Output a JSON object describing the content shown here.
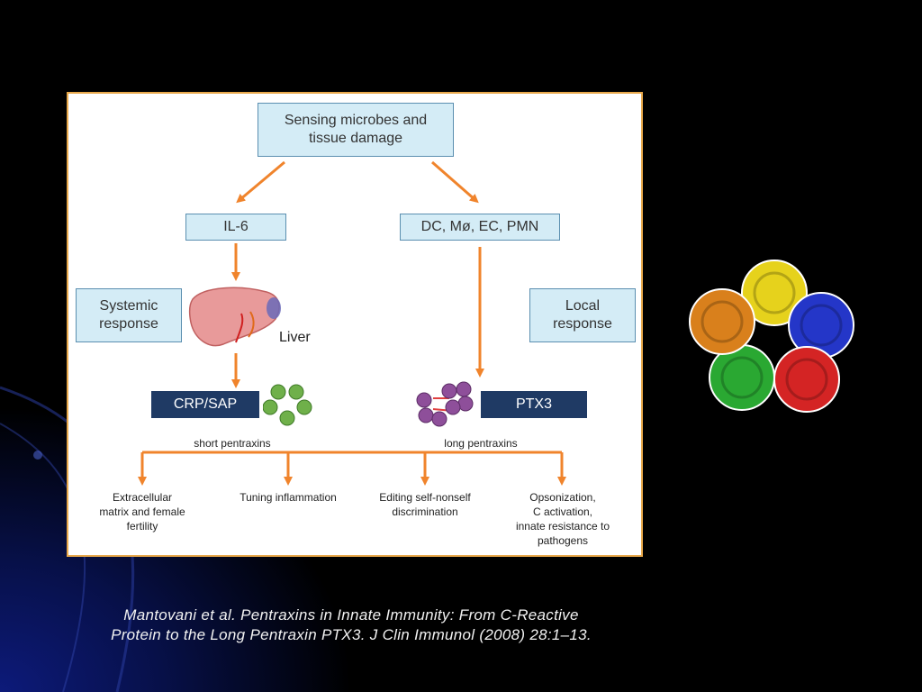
{
  "diagram": {
    "top_box": "Sensing microbes and\ntissue damage",
    "left_box": "IL-6",
    "right_box": "DC, Mø, EC, PMN",
    "systemic": "Systemic\nresponse",
    "local": "Local\nresponse",
    "liver": "Liver",
    "crp": "CRP/SAP",
    "ptx3": "PTX3",
    "short_label": "short pentraxins",
    "long_label": "long pentraxins",
    "outcomes": [
      "Extracellular\nmatrix and female\nfertility",
      "Tuning inflammation",
      "Editing self-nonself\ndiscrimination",
      "Opsonization,\nC activation,\ninnate resistance to\npathogens"
    ]
  },
  "citation": "Mantovani et al. Pentraxins in Innate Immunity: From C-Reactive\nProtein to the Long Pentraxin PTX3. J Clin Immunol (2008) 28:1–13.",
  "colors": {
    "arrow": "#f0842c",
    "box_fill": "#d4ecf6",
    "dark_box": "#1f3a64",
    "panel_border": "#e8a84a",
    "green_pentamer": "#6fb04a",
    "purple_cluster": "#8e4f9a"
  }
}
